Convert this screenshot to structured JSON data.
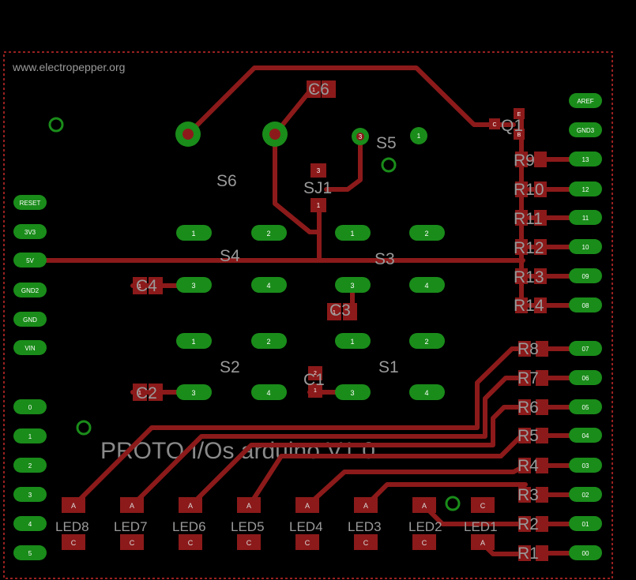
{
  "header": {
    "website": "www.electropepper.org"
  },
  "board": {
    "title": "PROTO I/Os arduino V1.0"
  },
  "colors": {
    "background": "#000000",
    "copper": "#8c1a1a",
    "pad": "#1a8c1a",
    "silk": "#9a9a9a",
    "outline": "#cc2a2a"
  },
  "left_header_pins": [
    {
      "id": "reset",
      "label": "RESET"
    },
    {
      "id": "3v3",
      "label": "3V3"
    },
    {
      "id": "5v",
      "label": "5V"
    },
    {
      "id": "gnd2",
      "label": "GND2"
    },
    {
      "id": "gnd",
      "label": "GND"
    },
    {
      "id": "vin",
      "label": "VIN"
    },
    {
      "id": "d0",
      "label": "0"
    },
    {
      "id": "d1",
      "label": "1"
    },
    {
      "id": "d2",
      "label": "2"
    },
    {
      "id": "d3",
      "label": "3"
    },
    {
      "id": "d4",
      "label": "4"
    },
    {
      "id": "d5",
      "label": "5"
    }
  ],
  "right_header_pins": [
    {
      "id": "aref",
      "label": "AREF"
    },
    {
      "id": "gnd3",
      "label": "GND3"
    },
    {
      "id": "p13",
      "label": "13"
    },
    {
      "id": "p12",
      "label": "12"
    },
    {
      "id": "p11",
      "label": "11"
    },
    {
      "id": "p10",
      "label": "10"
    },
    {
      "id": "p09",
      "label": "09"
    },
    {
      "id": "p08",
      "label": "08"
    },
    {
      "id": "p07",
      "label": "07"
    },
    {
      "id": "p06",
      "label": "06"
    },
    {
      "id": "p05",
      "label": "05"
    },
    {
      "id": "p04",
      "label": "04"
    },
    {
      "id": "p03",
      "label": "03"
    },
    {
      "id": "p02",
      "label": "02"
    },
    {
      "id": "p01",
      "label": "01"
    },
    {
      "id": "p00",
      "label": "00"
    }
  ],
  "resistors": [
    "R9",
    "R10",
    "R11",
    "R12",
    "R13",
    "R14",
    "R8",
    "R7",
    "R6",
    "R5",
    "R4",
    "R3",
    "R2",
    "R1"
  ],
  "leds": [
    "LED8",
    "LED7",
    "LED6",
    "LED5",
    "LED4",
    "LED3",
    "LED2",
    "LED1"
  ],
  "led_pins": {
    "anode": "A",
    "cathode": "C"
  },
  "switches": [
    "S6",
    "S5",
    "S4",
    "S3",
    "S2",
    "S1"
  ],
  "switch_pins": {
    "p1": "1",
    "p2": "2",
    "p3": "3",
    "p4": "4"
  },
  "capacitors": [
    "C6",
    "C4",
    "C3",
    "C2",
    "C1"
  ],
  "cap_pins": {
    "p1": "1",
    "p2": "2"
  },
  "transistor": {
    "name": "Q1",
    "pins": {
      "e": "E",
      "c": "C",
      "b": "B"
    }
  },
  "jumper": {
    "name": "SJ1",
    "pins": {
      "p3": "3",
      "p1": "1"
    }
  },
  "trimmer_pad": {
    "label": "3"
  }
}
